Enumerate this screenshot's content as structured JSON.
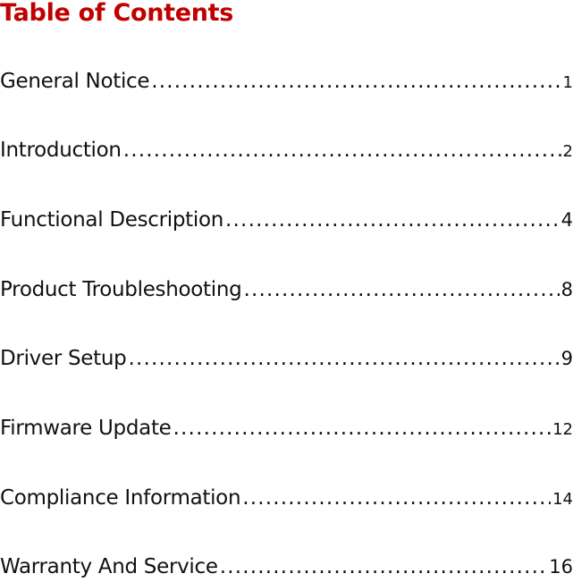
{
  "document": {
    "title": "Table of Contents",
    "title_color": "#c00000",
    "text_color": "#111111"
  },
  "toc": {
    "entries": [
      {
        "label": "General Notice",
        "page": "1"
      },
      {
        "label": "Introduction",
        "page": "2"
      },
      {
        "label": "Functional Description",
        "page": "4"
      },
      {
        "label": "Product Troubleshooting",
        "page": "8"
      },
      {
        "label": "Driver Setup",
        "page": "9"
      },
      {
        "label": "Firmware Update",
        "page": "12"
      },
      {
        "label": "Compliance Information",
        "page": "14"
      },
      {
        "label": "Warranty And Service",
        "page": "16"
      }
    ]
  }
}
